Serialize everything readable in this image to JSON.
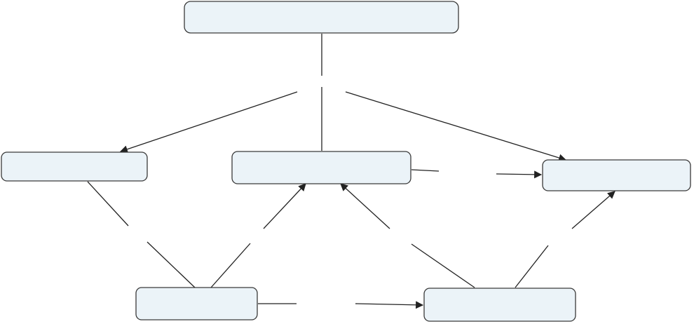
{
  "colors": {
    "node_fill": "#ebf3f8",
    "node_stroke": "#3a3a3a",
    "edge": "#222222",
    "background": "#ffffff"
  },
  "nodes": {
    "top": {
      "label": ""
    },
    "left": {
      "label": ""
    },
    "center": {
      "label": ""
    },
    "right": {
      "label": ""
    },
    "bottom_left": {
      "label": ""
    },
    "bottom_right": {
      "label": ""
    }
  },
  "edges": [
    {
      "from": "top",
      "to": "left",
      "arrow": true,
      "label": ""
    },
    {
      "from": "top",
      "to": "center",
      "arrow": false,
      "label": ""
    },
    {
      "from": "top",
      "to": "right",
      "arrow": true,
      "label": ""
    },
    {
      "from": "center",
      "to": "right",
      "arrow": true,
      "label": ""
    },
    {
      "from": "left",
      "to": "bottom_left",
      "arrow": false,
      "label": ""
    },
    {
      "from": "bottom_left",
      "to": "center",
      "arrow": true,
      "label": ""
    },
    {
      "from": "bottom_right",
      "to": "center",
      "arrow": true,
      "label": ""
    },
    {
      "from": "bottom_right",
      "to": "right",
      "arrow": true,
      "label": ""
    },
    {
      "from": "bottom_left",
      "to": "bottom_right",
      "arrow": true,
      "label": ""
    }
  ]
}
